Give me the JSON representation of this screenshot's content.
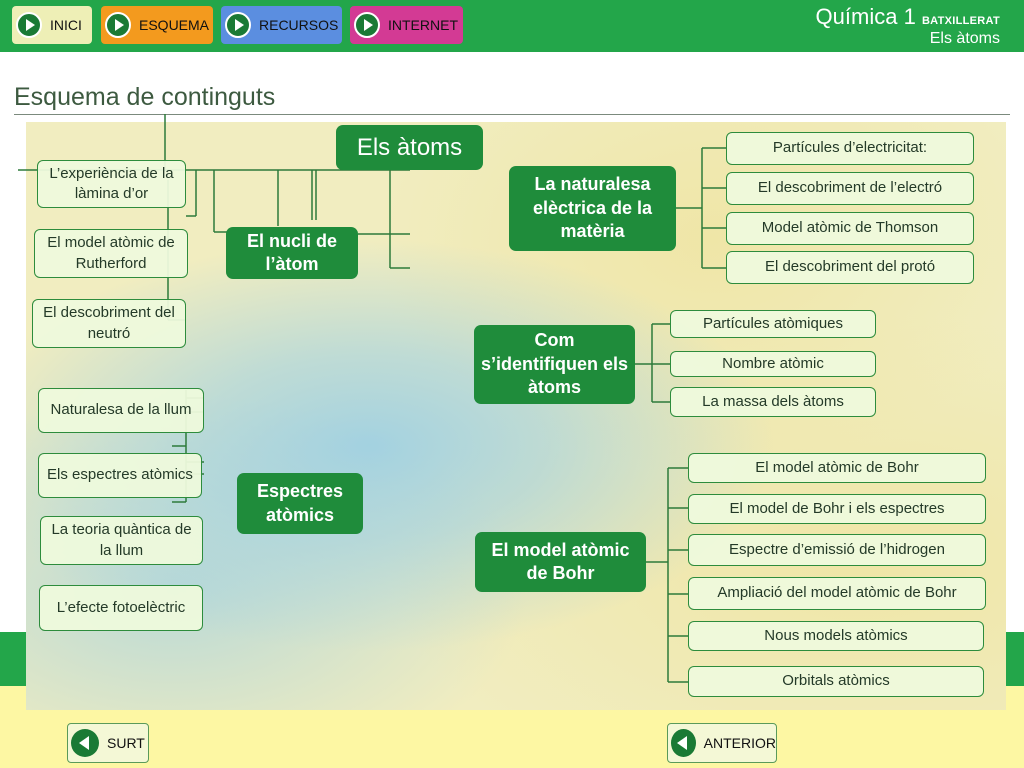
{
  "nav": {
    "inici": "INICI",
    "esquema": "ESQUEMA",
    "recursos": "RECURSOS",
    "internet": "INTERNET"
  },
  "header": {
    "title": "Química 1",
    "title_small": "BATXILLERAT",
    "subtitle": "Els àtoms"
  },
  "page_title": "Esquema de continguts",
  "map": {
    "root": "Els àtoms",
    "hubs": {
      "naturalesa": "La naturalesa elèctrica de la matèria",
      "nucli": "El nucli de l’àtom",
      "identifiquen": "Com s’identifiquen els àtoms",
      "espectres": "Espectres atòmics",
      "bohr": "El model atòmic de Bohr"
    },
    "naturalesa_items": [
      "Partícules d’electricitat:",
      "El descobriment de l’electró",
      "Model atòmic de Thomson",
      "El descobriment del protó"
    ],
    "nucli_items": [
      "L’experiència de la làmina d’or",
      "El model atòmic de Rutherford",
      "El descobriment del neutró"
    ],
    "identifiquen_items": [
      "Partícules atòmiques",
      "Nombre atòmic",
      "La massa dels àtoms"
    ],
    "espectres_items": [
      "Naturalesa de la llum",
      "Els espectres atòmics",
      "La teoria quàntica de la llum",
      "L’efecte fotoelèctric"
    ],
    "bohr_items": [
      "El model atòmic de Bohr",
      "El model de Bohr i els espectres",
      "Espectre d’emissió de l’hidrogen",
      "Ampliació del model atòmic de Bohr",
      "Nous models atòmics",
      "Orbitals atòmics"
    ]
  },
  "footer": {
    "surt": "SURT",
    "anterior": "ANTERIOR"
  },
  "colors": {
    "brand_green": "#23a64a",
    "hub_green": "#1f8c3b",
    "inici": "#eeefb6",
    "esquema": "#f39a1e",
    "recursos": "#5b8ee0",
    "internet": "#d33a94"
  }
}
